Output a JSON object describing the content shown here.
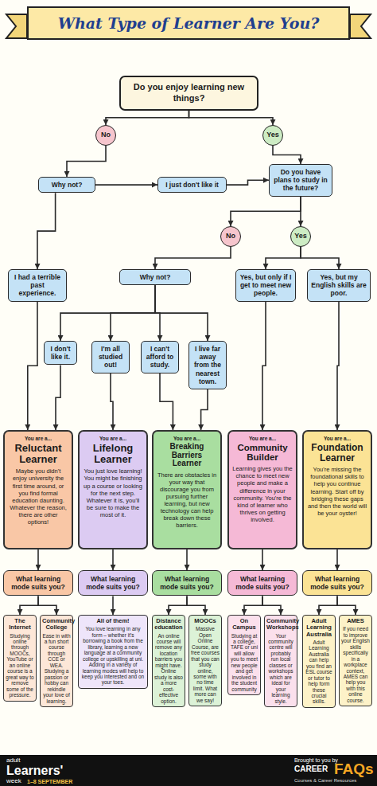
{
  "diagram": {
    "title": "What Type of Learner Are You?",
    "nodes": [
      {
        "text": [
          "Do you enjoy learning new things?"
        ]
      },
      {
        "text": [
          "No"
        ]
      },
      {
        "text": [
          "Yes"
        ]
      },
      {
        "text": [
          "Why not?"
        ]
      },
      {
        "text": [
          "I just don't like it"
        ]
      },
      {
        "text": [
          "Do you have plans to study in the future?"
        ]
      },
      {
        "text": [
          "No"
        ]
      },
      {
        "text": [
          "Yes"
        ]
      },
      {
        "text": [
          "I had a terrible past experience."
        ]
      },
      {
        "text": [
          "Why not?"
        ]
      },
      {
        "text": [
          "Yes, but only if I get to meet new people."
        ]
      },
      {
        "text": [
          "Yes, but my English skills are poor."
        ]
      },
      {
        "text": [
          "I don't like it."
        ]
      },
      {
        "text": [
          "I'm all studied out!"
        ]
      },
      {
        "text": [
          "I can't afford to study."
        ]
      },
      {
        "text": [
          "I live far away from the nearest town."
        ]
      },
      {
        "text": [
          "You are a...",
          "Reluctant Learner",
          "Maybe you didn't enjoy university the first time around, or you find formal education daunting. Whatever the reason, there are other options!"
        ]
      },
      {
        "text": [
          "You are a...",
          "Lifelong Learner",
          "You just love learning! You might be finishing up a course or looking for the next step. Whatever it is, you'll be sure to make the most of it."
        ]
      },
      {
        "text": [
          "You are a...",
          "Breaking Barriers Learner",
          "There are obstacles in your way that discourage you from pursuing further learning, but new technology can help break down these barriers."
        ]
      },
      {
        "text": [
          "You are a...",
          "Community Builder",
          "Learning gives you the chance to meet new people and make a difference in your community. You're the kind of learner who thrives on getting involved."
        ]
      },
      {
        "text": [
          "You are a...",
          "Foundation Learner",
          "You're missing the foundational skills to help you continue learning. Start off by bridging these gaps and then the world will be your oyster!"
        ]
      },
      {
        "text": [
          "What learning mode suits you?"
        ]
      },
      {
        "text": [
          "What learning mode suits you?"
        ]
      },
      {
        "text": [
          "What learning mode suits you?"
        ]
      },
      {
        "text": [
          "What learning mode suits you?"
        ]
      },
      {
        "text": [
          "What learning mode suits you?"
        ]
      },
      {
        "text": [
          "The Internet",
          "Studying online through MOOCs, YouTube or an online course is a great way to remove some of the pressure."
        ]
      },
      {
        "text": [
          "Community College",
          "Ease in with a fun short course through CCE or WEA. Studying a passion or hobby can rekindle your love of learning."
        ]
      },
      {
        "text": [
          "All of them!",
          "You love learning in any form – whether it's borrowing a book from the library, learning a new language at a community college or upskilling at uni. Adding in a variety of learning modes will help to keep you interested and on your toes."
        ]
      },
      {
        "text": [
          "Distance education",
          "An online course will remove any location barriers you might have. Online study is also a more cost-effective option."
        ]
      },
      {
        "text": [
          "MOOCs",
          "Massive Open Online Course, are free courses that you can study online, some with no time limit. What more can we say!"
        ]
      },
      {
        "text": [
          "On Campus",
          "Studying at a college, TAFE or uni will allow you to meet new people and get involved in the student community"
        ]
      },
      {
        "text": [
          "Community Workshops",
          "Your community centre will probably run local classes or workshops which are ideal for your learning style."
        ]
      },
      {
        "text": [
          "Adult Learning Australia",
          "Adult Learning Australia can help you find an ESL course or tutor to help form these crucial skills."
        ]
      },
      {
        "text": [
          "AMES",
          "If you need to improve your English skills specifically in a workplace context, AMES can help you with this online course."
        ]
      }
    ],
    "edges": [
      {
        "from": 0,
        "to": 1,
        "arrow": "to"
      },
      {
        "from": 0,
        "to": 2,
        "arrow": "to"
      },
      {
        "from": 1,
        "to": 3,
        "arrow": "to"
      },
      {
        "from": 3,
        "to": 4,
        "arrow": "to"
      },
      {
        "from": 4,
        "to": 5,
        "arrow": "to"
      },
      {
        "from": 2,
        "to": 5,
        "arrow": "to"
      },
      {
        "from": 5,
        "to": 6,
        "arrow": "to"
      },
      {
        "from": 5,
        "to": 7,
        "arrow": "to"
      },
      {
        "from": 3,
        "to": 8,
        "arrow": "to"
      },
      {
        "from": 6,
        "to": 9,
        "arrow": "to"
      },
      {
        "from": 7,
        "to": 10,
        "arrow": "to"
      },
      {
        "from": 7,
        "to": 11,
        "arrow": "to"
      },
      {
        "from": 9,
        "to": 12,
        "arrow": "to"
      },
      {
        "from": 9,
        "to": 13,
        "arrow": "to"
      },
      {
        "from": 9,
        "to": 14,
        "arrow": "to"
      },
      {
        "from": 9,
        "to": 15,
        "arrow": "to"
      },
      {
        "from": 8,
        "to": 16,
        "arrow": "to"
      },
      {
        "from": 12,
        "to": 16,
        "arrow": "to"
      },
      {
        "from": 13,
        "to": 17,
        "arrow": "to"
      },
      {
        "from": 14,
        "to": 18,
        "arrow": "to"
      },
      {
        "from": 15,
        "to": 18,
        "arrow": "to"
      },
      {
        "from": 10,
        "to": 19,
        "arrow": "to"
      },
      {
        "from": 11,
        "to": 20,
        "arrow": "to"
      },
      {
        "from": 16,
        "to": 21,
        "arrow": "to"
      },
      {
        "from": 17,
        "to": 22,
        "arrow": "to"
      },
      {
        "from": 18,
        "to": 23,
        "arrow": "to"
      },
      {
        "from": 19,
        "to": 24,
        "arrow": "to"
      },
      {
        "from": 20,
        "to": 25,
        "arrow": "to"
      },
      {
        "from": 21,
        "to": 26,
        "arrow": "to"
      },
      {
        "from": 21,
        "to": 27,
        "arrow": "to"
      },
      {
        "from": 22,
        "to": 28,
        "arrow": "to"
      },
      {
        "from": 23,
        "to": 29,
        "arrow": "to"
      },
      {
        "from": 23,
        "to": 30,
        "arrow": "to"
      },
      {
        "from": 24,
        "to": 31,
        "arrow": "to"
      },
      {
        "from": 24,
        "to": 32,
        "arrow": "to"
      },
      {
        "from": 25,
        "to": 33,
        "arrow": "to"
      },
      {
        "from": 25,
        "to": 34,
        "arrow": "to"
      }
    ],
    "labels": [
      "adult",
      "Learners'",
      "week",
      "1–8 SEPTEMBER",
      "Brought to you by",
      "CAREER",
      "FAQs",
      "Courses & Career Resources"
    ]
  }
}
